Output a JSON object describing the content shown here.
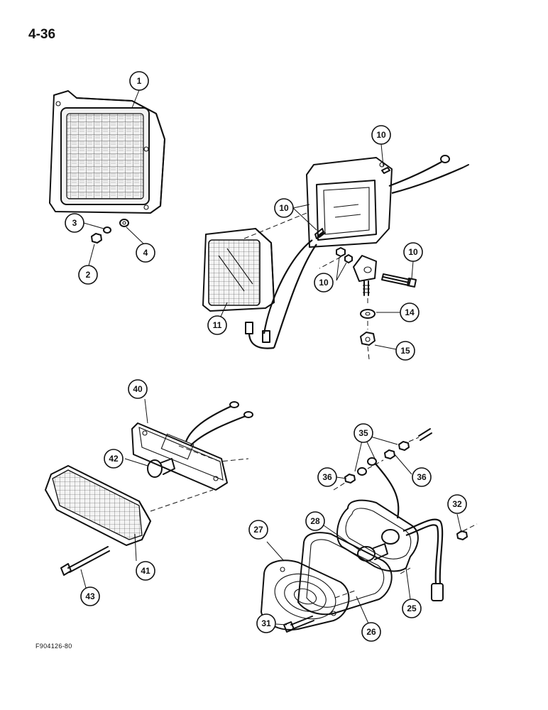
{
  "page": {
    "number": "4-36",
    "figure_code": "F904126-80"
  },
  "callouts": [
    {
      "id": "c1",
      "label": "1"
    },
    {
      "id": "c2",
      "label": "2"
    },
    {
      "id": "c3",
      "label": "3"
    },
    {
      "id": "c4",
      "label": "4"
    },
    {
      "id": "c10a",
      "label": "10"
    },
    {
      "id": "c10b",
      "label": "10"
    },
    {
      "id": "c10c",
      "label": "10"
    },
    {
      "id": "c10d",
      "label": "10"
    },
    {
      "id": "c11",
      "label": "11"
    },
    {
      "id": "c14",
      "label": "14"
    },
    {
      "id": "c15",
      "label": "15"
    },
    {
      "id": "c40",
      "label": "40"
    },
    {
      "id": "c42",
      "label": "42"
    },
    {
      "id": "c41",
      "label": "41"
    },
    {
      "id": "c43",
      "label": "43"
    },
    {
      "id": "c35",
      "label": "35"
    },
    {
      "id": "c36a",
      "label": "36"
    },
    {
      "id": "c36b",
      "label": "36"
    },
    {
      "id": "c32",
      "label": "32"
    },
    {
      "id": "c27",
      "label": "27"
    },
    {
      "id": "c28",
      "label": "28"
    },
    {
      "id": "c25",
      "label": "25"
    },
    {
      "id": "c26",
      "label": "26"
    },
    {
      "id": "c31",
      "label": "31"
    }
  ]
}
